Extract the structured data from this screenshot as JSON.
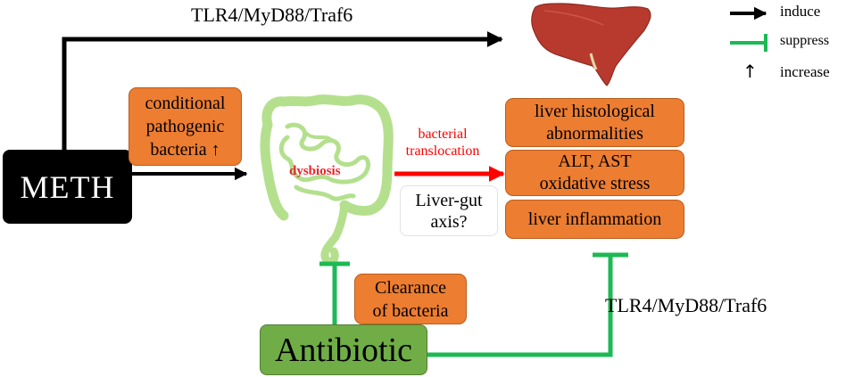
{
  "pathways": {
    "top": "TLR4/MyD88/Traf6",
    "bottom": "TLR4/MyD88/Traf6"
  },
  "nodes": {
    "meth": "METH",
    "antibiotic": "Antibiotic",
    "pathogenic_line1": "conditional",
    "pathogenic_line2": "pathogenic",
    "pathogenic_line3": "bacteria ↑",
    "clearance_line1": "Clearance",
    "clearance_line2": "of bacteria",
    "dysbiosis": "dysbiosis",
    "translocation_line1": "bacterial",
    "translocation_line2": "translocation",
    "axis_line1": "Liver-gut",
    "axis_line2": "axis?"
  },
  "outcomes": {
    "histo_line1": "liver histological",
    "histo_line2": "abnormalities",
    "alt_line1": "ALT, AST",
    "alt_line2": "oxidative stress",
    "inflammation": "liver inflammation"
  },
  "legend": {
    "induce": "induce",
    "suppress": "suppress",
    "increase_symbol": "↑",
    "increase": "increase"
  },
  "colors": {
    "induce": "#000000",
    "suppress": "#1db954",
    "translocation": "#ff0000",
    "outcome_box": "#ed7d31",
    "antibiotic_box": "#70ad47",
    "meth_box": "#000000",
    "intestine": "#b4e08e",
    "liver": "#b83a2e"
  },
  "icons": {
    "intestine": "intestine-icon",
    "liver": "liver-icon"
  }
}
